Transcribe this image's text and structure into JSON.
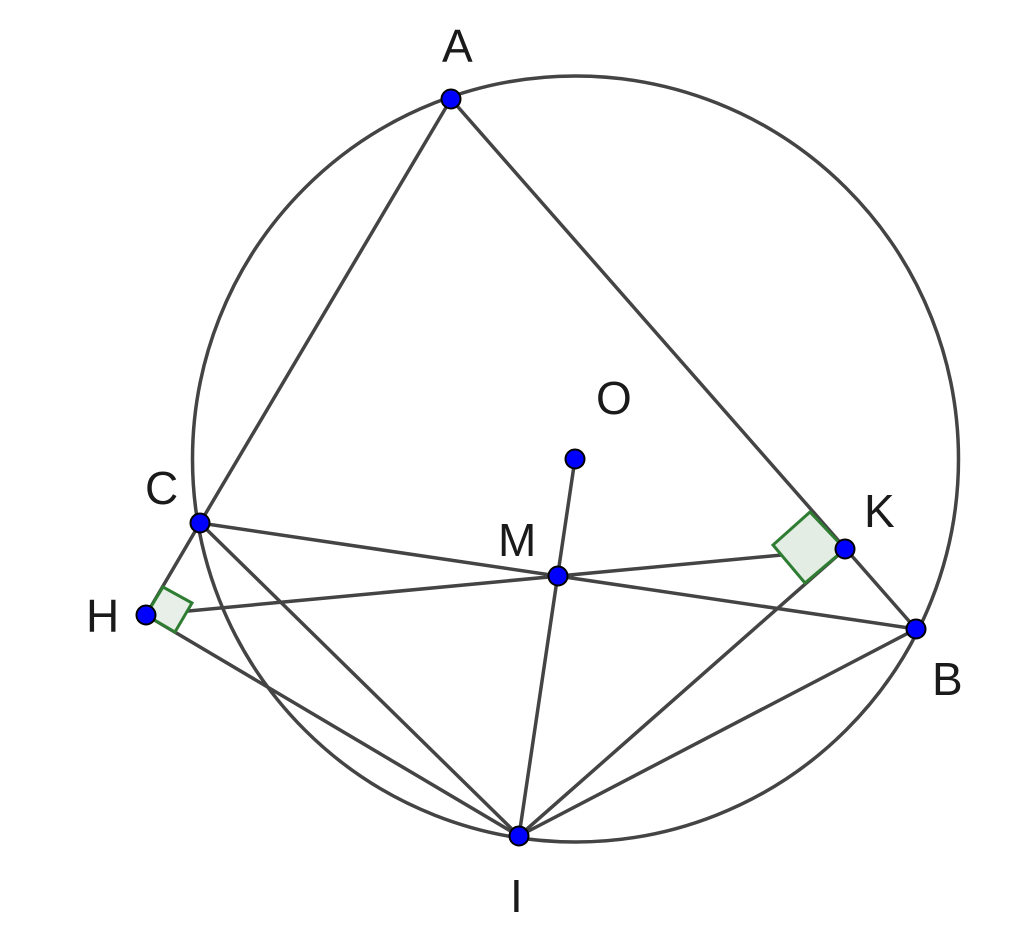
{
  "diagram": {
    "points": [
      "A",
      "B",
      "C",
      "H",
      "K",
      "M",
      "O",
      "I"
    ],
    "labels": {
      "A": "A",
      "B": "B",
      "C": "C",
      "H": "H",
      "K": "K",
      "M": "M",
      "O": "O",
      "I": "I"
    },
    "circle": {
      "center": "O",
      "through": [
        "A",
        "B",
        "C",
        "I"
      ]
    },
    "segments": [
      [
        "A",
        "C"
      ],
      [
        "A",
        "B"
      ],
      [
        "C",
        "H"
      ],
      [
        "H",
        "I"
      ],
      [
        "C",
        "I"
      ],
      [
        "C",
        "B"
      ],
      [
        "H",
        "K"
      ],
      [
        "O",
        "I"
      ],
      [
        "K",
        "I"
      ],
      [
        "B",
        "I"
      ]
    ],
    "right_angles": [
      "H",
      "K"
    ],
    "colors": {
      "line": "#444444",
      "point": "#0000ff",
      "right_angle": "#2e7d32",
      "right_angle_fill": "#e3ede3"
    }
  }
}
